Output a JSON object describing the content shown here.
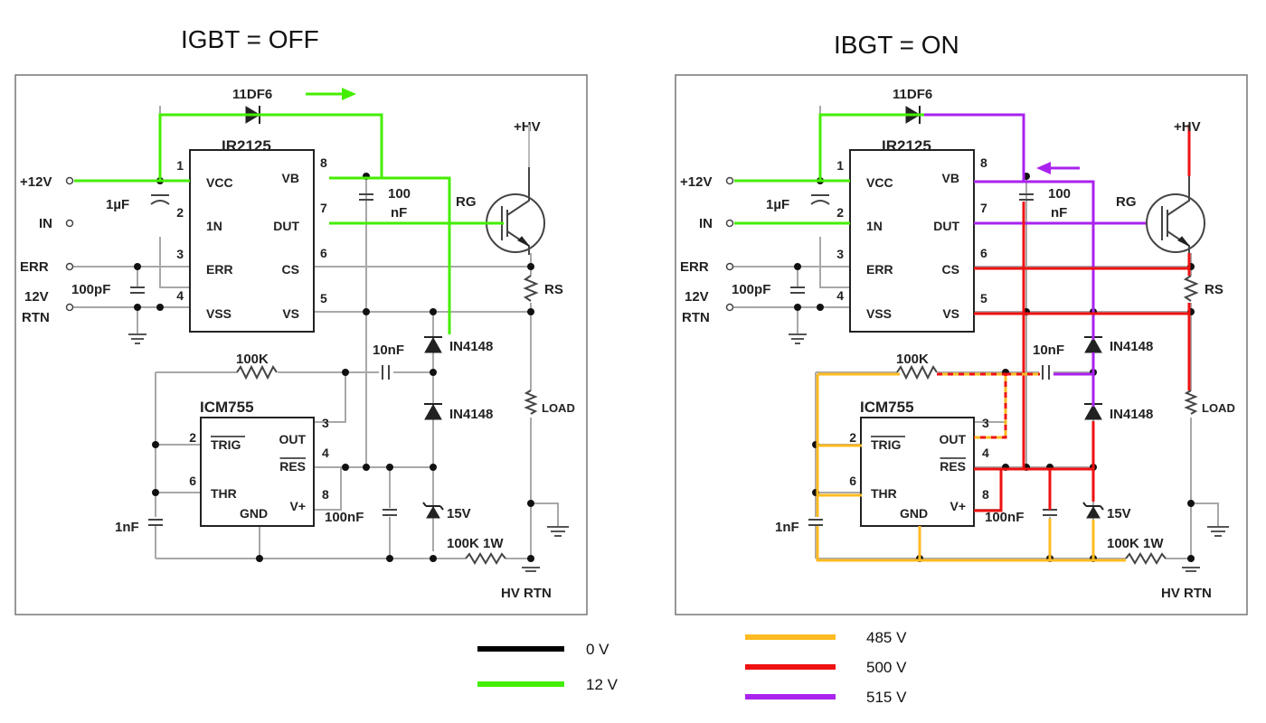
{
  "titles": {
    "off": "IGBT = OFF",
    "on": "IBGT = ON"
  },
  "labels": {
    "diode_top": "11DF6",
    "chip_main": "IR2125",
    "chip_timer": "ICM755",
    "plus12v": "+12V",
    "in": "IN",
    "err": "ERR",
    "rtn_12v": "12V",
    "rtn_word": "RTN",
    "hv": "+HV",
    "hv_rtn": "HV RTN",
    "rg": "RG",
    "rs": "RS",
    "load": "LOAD",
    "c_1uf": "1µF",
    "c_100pf": "100pF",
    "c_100nf_a": "100",
    "c_100nf_b": "nF",
    "c_10nf": "10nF",
    "c_100nf_low": "100nF",
    "c_1nf": "1nF",
    "r_100k": "100K",
    "r_100k_1w": "100K 1W",
    "d_in4148": "IN4148",
    "z_15v": "15V",
    "pins_main_left": [
      {
        "num": "1",
        "name": "VCC"
      },
      {
        "num": "2",
        "name": "1N"
      },
      {
        "num": "3",
        "name": "ERR"
      },
      {
        "num": "4",
        "name": "VSS"
      }
    ],
    "pins_main_right": [
      {
        "num": "8",
        "name": "VB"
      },
      {
        "num": "7",
        "name": "DUT"
      },
      {
        "num": "6",
        "name": "CS"
      },
      {
        "num": "5",
        "name": "VS"
      }
    ],
    "pins_timer_left": [
      {
        "num": "2",
        "name": "TRIG"
      },
      {
        "num": "6",
        "name": "THR"
      }
    ],
    "pins_timer_right": [
      {
        "num": "3",
        "name": "OUT"
      },
      {
        "num": "4",
        "name": "RES"
      },
      {
        "num": "8",
        "name": "V+"
      }
    ],
    "pin_gnd": "GND"
  },
  "legend": {
    "off": [
      {
        "color": "#000000",
        "label": "0 V"
      },
      {
        "color": "#44ee00",
        "label": "12 V"
      }
    ],
    "on": [
      {
        "color": "#ffbb22",
        "label": "485 V"
      },
      {
        "color": "#ee1111",
        "label": "500 V"
      },
      {
        "color": "#aa22ee",
        "label": "515 V"
      }
    ]
  },
  "colors": {
    "ground": "#a8a8a8",
    "v12": "#44ee00",
    "v485": "#ffbb22",
    "v500": "#ee1111",
    "v515": "#aa22ee"
  },
  "arrows": {
    "off": "right",
    "on": "left"
  }
}
